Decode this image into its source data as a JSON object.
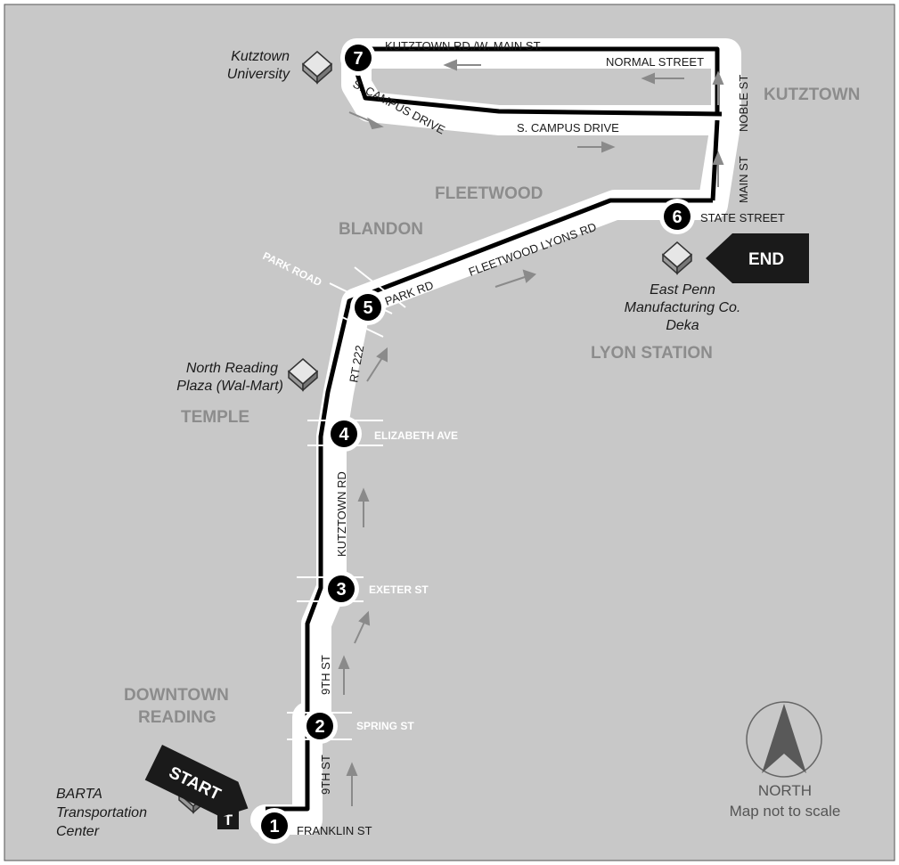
{
  "towns": {
    "kutztown": "KUTZTOWN",
    "fleetwood": "FLEETWOOD",
    "blandon": "BLANDON",
    "lyon_station": "LYON STATION",
    "temple": "TEMPLE",
    "downtown_line1": "DOWNTOWN",
    "downtown_line2": "READING"
  },
  "streets": {
    "kutztown_rd_main": "KUTZTOWN RD./W. MAIN ST.",
    "normal_street": "NORMAL STREET",
    "s_campus_drive_diag": "S. CAMPUS DRIVE",
    "s_campus_drive": "S. CAMPUS DRIVE",
    "noble_st": "NOBLE ST",
    "main_st": "MAIN ST",
    "state_street": "STATE STREET",
    "fleetwood_lyons_rd": "FLEETWOOD LYONS RD",
    "park_rd": "PARK RD",
    "park_road": "PARK ROAD",
    "rt_222": "RT 222",
    "elizabeth_ave": "ELIZABETH AVE",
    "kutztown_rd": "KUTZTOWN RD",
    "exeter_st": "EXETER ST",
    "ninth_st_upper": "9TH ST",
    "spring_st": "SPRING ST",
    "ninth_st_lower": "9TH ST",
    "franklin_st": "FRANKLIN ST"
  },
  "places": {
    "kutztown_univ": [
      "Kutztown",
      "University"
    ],
    "east_penn": [
      "East Penn",
      "Manufacturing Co.",
      "Deka"
    ],
    "north_reading": [
      "North Reading",
      "Plaza (Wal-Mart)"
    ],
    "barta": [
      "BARTA",
      "Transportation",
      "Center"
    ]
  },
  "stops": [
    "1",
    "2",
    "3",
    "4",
    "5",
    "6",
    "7"
  ],
  "start_label": "START",
  "end_label": "END",
  "transit_badge": "T",
  "compass": {
    "label": "NORTH",
    "note": "Map not to scale"
  },
  "colors": {
    "background": "#c8c8c8",
    "route": "#ffffff",
    "route_outline": "#000000",
    "stop": "#000000",
    "town_text": "#8c8c8c",
    "arrow": "#8a8a8a"
  }
}
